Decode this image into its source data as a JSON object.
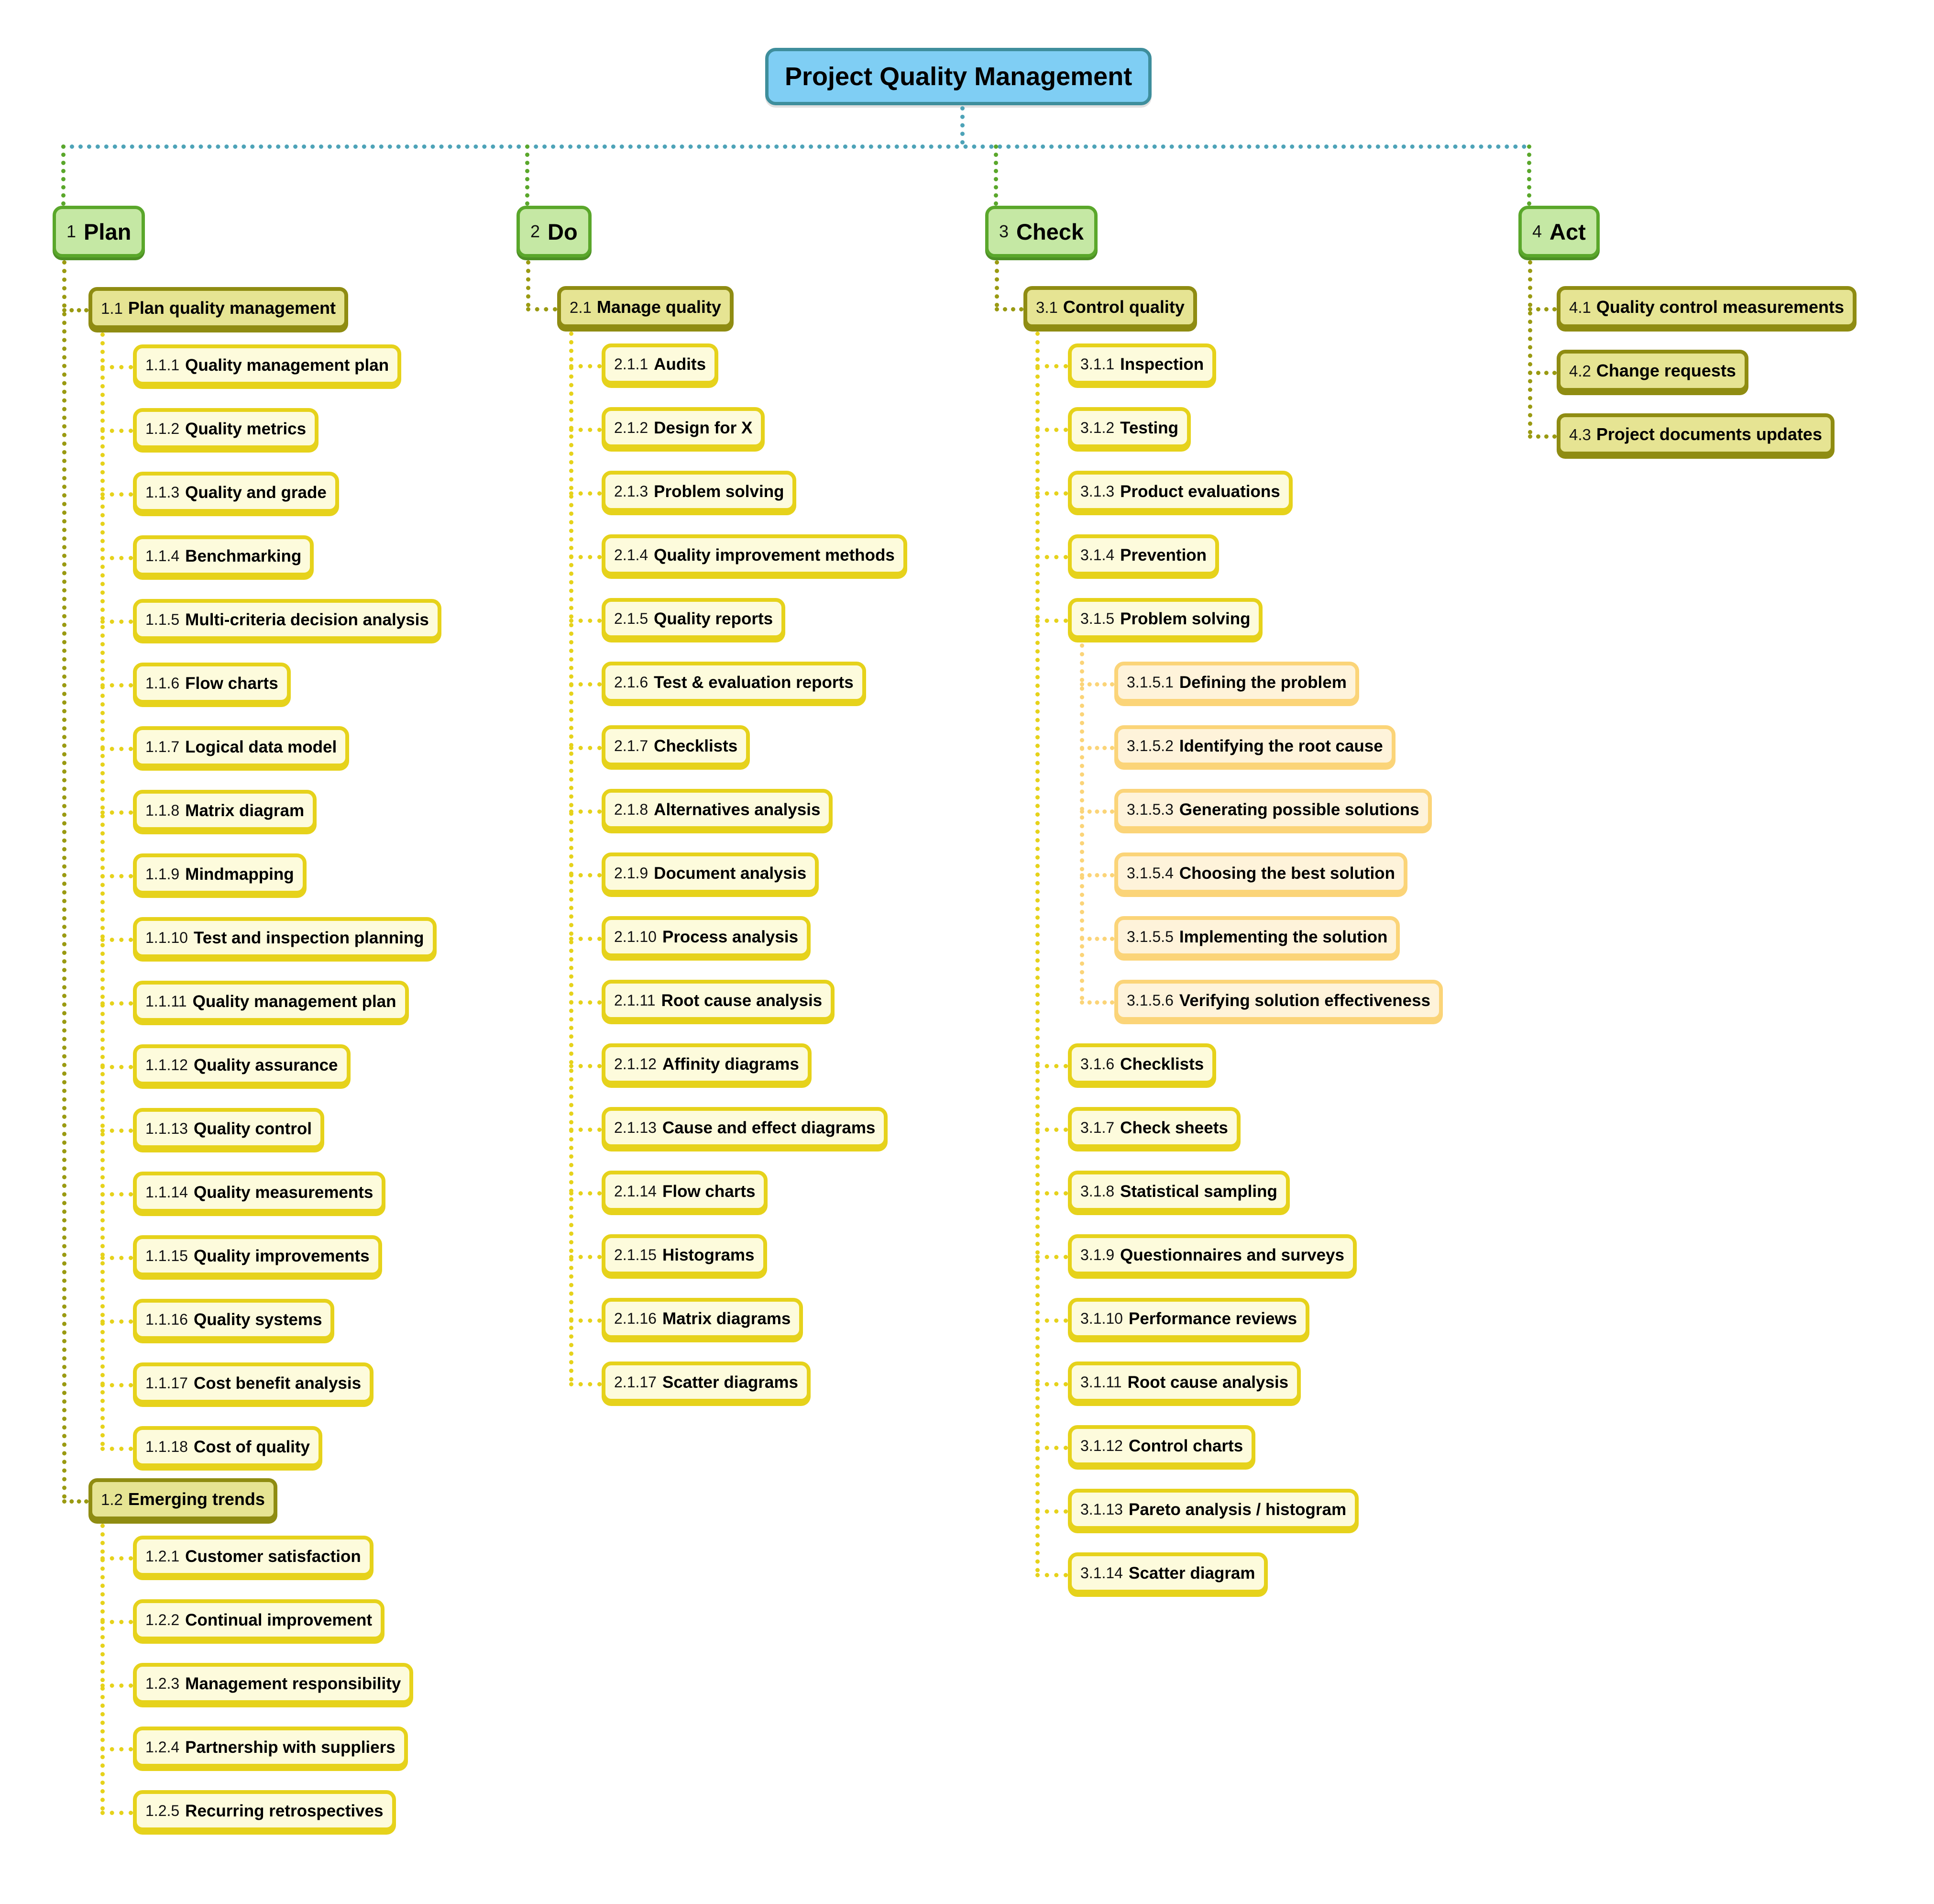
{
  "diagram": {
    "type": "mindmap",
    "root": {
      "label": "Project Quality Management"
    },
    "branches": [
      {
        "num": "1",
        "label": "Plan",
        "children": [
          {
            "num": "1.1",
            "label": "Plan quality management",
            "children": [
              {
                "num": "1.1.1",
                "label": "Quality management plan"
              },
              {
                "num": "1.1.2",
                "label": "Quality metrics"
              },
              {
                "num": "1.1.3",
                "label": "Quality and grade"
              },
              {
                "num": "1.1.4",
                "label": "Benchmarking"
              },
              {
                "num": "1.1.5",
                "label": "Multi-criteria decision analysis"
              },
              {
                "num": "1.1.6",
                "label": "Flow charts"
              },
              {
                "num": "1.1.7",
                "label": "Logical data model"
              },
              {
                "num": "1.1.8",
                "label": "Matrix diagram"
              },
              {
                "num": "1.1.9",
                "label": "Mindmapping"
              },
              {
                "num": "1.1.10",
                "label": "Test and inspection planning"
              },
              {
                "num": "1.1.11",
                "label": "Quality management plan"
              },
              {
                "num": "1.1.12",
                "label": "Quality assurance"
              },
              {
                "num": "1.1.13",
                "label": "Quality control"
              },
              {
                "num": "1.1.14",
                "label": "Quality measurements"
              },
              {
                "num": "1.1.15",
                "label": "Quality improvements"
              },
              {
                "num": "1.1.16",
                "label": "Quality systems"
              },
              {
                "num": "1.1.17",
                "label": "Cost benefit analysis"
              },
              {
                "num": "1.1.18",
                "label": "Cost of quality"
              }
            ]
          },
          {
            "num": "1.2",
            "label": "Emerging trends",
            "children": [
              {
                "num": "1.2.1",
                "label": "Customer satisfaction"
              },
              {
                "num": "1.2.2",
                "label": "Continual improvement"
              },
              {
                "num": "1.2.3",
                "label": "Management responsibility"
              },
              {
                "num": "1.2.4",
                "label": "Partnership with suppliers"
              },
              {
                "num": "1.2.5",
                "label": "Recurring retrospectives"
              }
            ]
          }
        ]
      },
      {
        "num": "2",
        "label": "Do",
        "children": [
          {
            "num": "2.1",
            "label": "Manage quality",
            "children": [
              {
                "num": "2.1.1",
                "label": "Audits"
              },
              {
                "num": "2.1.2",
                "label": "Design for X"
              },
              {
                "num": "2.1.3",
                "label": "Problem solving"
              },
              {
                "num": "2.1.4",
                "label": "Quality improvement methods"
              },
              {
                "num": "2.1.5",
                "label": "Quality reports"
              },
              {
                "num": "2.1.6",
                "label": "Test & evaluation reports"
              },
              {
                "num": "2.1.7",
                "label": "Checklists"
              },
              {
                "num": "2.1.8",
                "label": "Alternatives analysis"
              },
              {
                "num": "2.1.9",
                "label": "Document analysis"
              },
              {
                "num": "2.1.10",
                "label": "Process analysis"
              },
              {
                "num": "2.1.11",
                "label": "Root cause analysis"
              },
              {
                "num": "2.1.12",
                "label": "Affinity diagrams"
              },
              {
                "num": "2.1.13",
                "label": "Cause and effect diagrams"
              },
              {
                "num": "2.1.14",
                "label": "Flow charts"
              },
              {
                "num": "2.1.15",
                "label": "Histograms"
              },
              {
                "num": "2.1.16",
                "label": "Matrix diagrams"
              },
              {
                "num": "2.1.17",
                "label": "Scatter diagrams"
              }
            ]
          }
        ]
      },
      {
        "num": "3",
        "label": "Check",
        "children": [
          {
            "num": "3.1",
            "label": "Control quality",
            "children": [
              {
                "num": "3.1.1",
                "label": "Inspection"
              },
              {
                "num": "3.1.2",
                "label": "Testing"
              },
              {
                "num": "3.1.3",
                "label": "Product evaluations"
              },
              {
                "num": "3.1.4",
                "label": "Prevention"
              },
              {
                "num": "3.1.5",
                "label": "Problem solving",
                "children": [
                  {
                    "num": "3.1.5.1",
                    "label": "Defining the problem"
                  },
                  {
                    "num": "3.1.5.2",
                    "label": "Identifying the root cause"
                  },
                  {
                    "num": "3.1.5.3",
                    "label": "Generating possible solutions"
                  },
                  {
                    "num": "3.1.5.4",
                    "label": "Choosing the best solution"
                  },
                  {
                    "num": "3.1.5.5",
                    "label": "Implementing the solution"
                  },
                  {
                    "num": "3.1.5.6",
                    "label": "Verifying solution effectiveness"
                  }
                ]
              },
              {
                "num": "3.1.6",
                "label": "Checklists"
              },
              {
                "num": "3.1.7",
                "label": "Check sheets"
              },
              {
                "num": "3.1.8",
                "label": "Statistical sampling"
              },
              {
                "num": "3.1.9",
                "label": "Questionnaires and surveys"
              },
              {
                "num": "3.1.10",
                "label": "Performance reviews"
              },
              {
                "num": "3.1.11",
                "label": "Root cause analysis"
              },
              {
                "num": "3.1.12",
                "label": "Control charts"
              },
              {
                "num": "3.1.13",
                "label": "Pareto analysis / histogram"
              },
              {
                "num": "3.1.14",
                "label": "Scatter diagram"
              }
            ]
          }
        ]
      },
      {
        "num": "4",
        "label": "Act",
        "children": [
          {
            "num": "4.1",
            "label": "Quality control measurements"
          },
          {
            "num": "4.2",
            "label": "Change requests"
          },
          {
            "num": "4.3",
            "label": "Project documents updates"
          }
        ]
      }
    ]
  },
  "colors": {
    "root_fill": "#7FCEF4",
    "root_border": "#3E8E9C",
    "level1_fill": "#C5E8A4",
    "level1_border": "#5AA72B",
    "level2_fill": "#E6E493",
    "level2_border": "#8F8C12",
    "level3_fill": "#FDFBDC",
    "level3_border": "#E6D21B",
    "level4_fill": "#FEF3DA",
    "level4_border": "#FBD478",
    "connector_root": "#4EA3B8"
  }
}
